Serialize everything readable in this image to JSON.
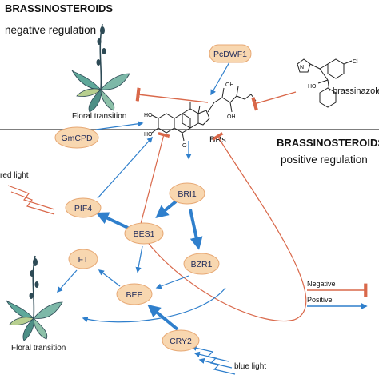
{
  "header": {
    "title_negative": "BRASSINOSTEROIDS",
    "subtitle_negative": "negative regulation",
    "title_positive": "BRASSINOSTEROIDS",
    "subtitle_positive": "positive regulation"
  },
  "nodes": {
    "pcdwf1": "PcDWF1",
    "gmcpd": "GmCPD",
    "pif4": "PIF4",
    "bri1": "BRI1",
    "bes1": "BES1",
    "bzr1": "BZR1",
    "ft": "FT",
    "bee": "BEE",
    "cry2": "CRY2"
  },
  "labels": {
    "brs": "BRs",
    "brassinazole": "brassinazole",
    "floral_transition_top": "Floral transition",
    "floral_transition_bottom": "Floral transition",
    "red_light": "red light",
    "blue_light": "blue light",
    "mol_oh1": "OH",
    "mol_oh2": "OH",
    "mol_ho1": "HO",
    "mol_ho2": "HO",
    "mol_o": "O",
    "bz_cl": "Cl",
    "bz_ho": "HO",
    "bz_n": "N"
  },
  "legend": {
    "negative": "Negative",
    "positive": "Positive"
  },
  "colors": {
    "positive": "#2f7fcc",
    "negative": "#d9684a",
    "node_fill": "#f8d7b0",
    "node_stroke": "#e7a874",
    "divider": "#555555"
  }
}
